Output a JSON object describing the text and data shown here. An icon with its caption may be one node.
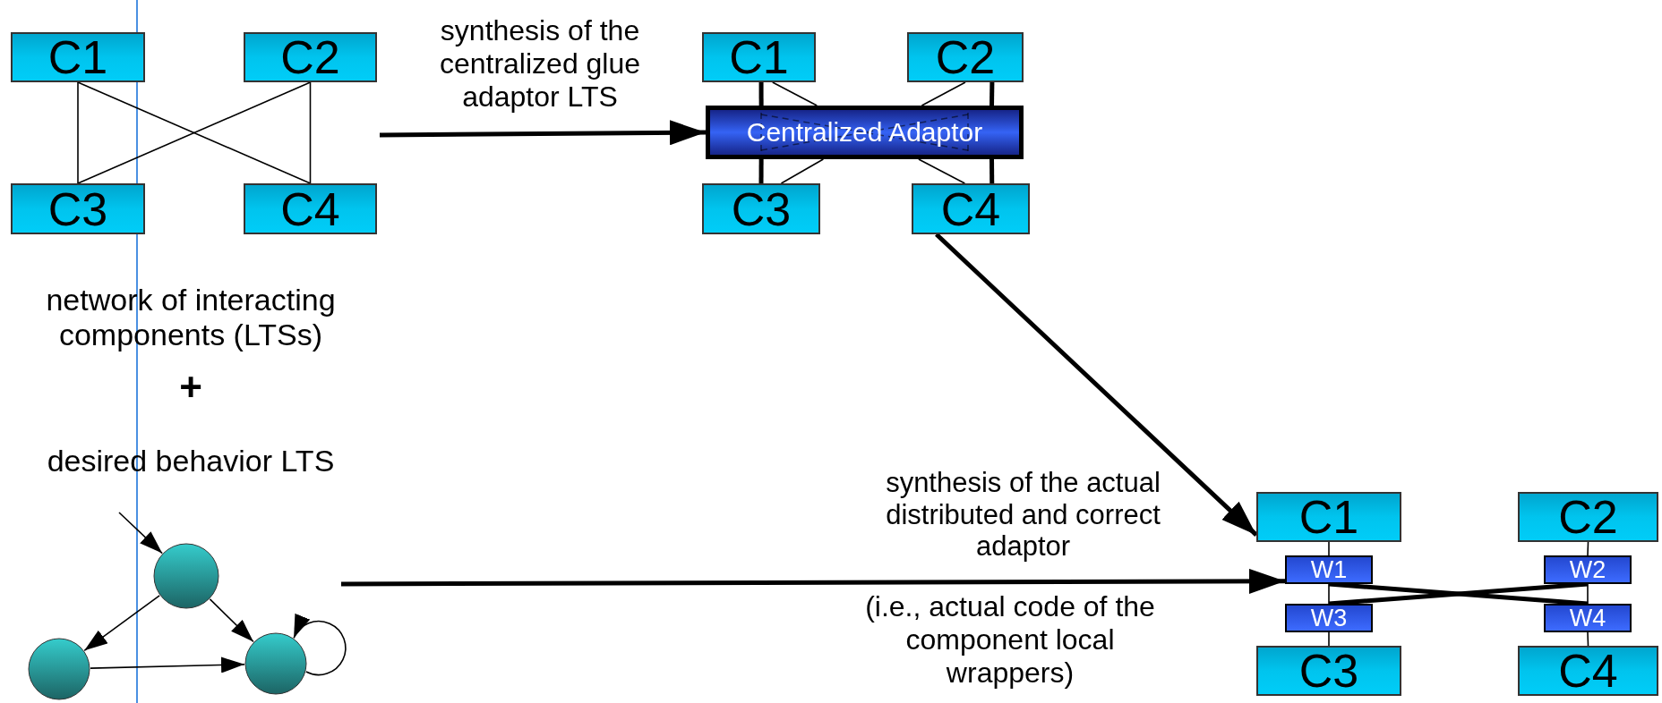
{
  "diagram": {
    "nodes": [
      {
        "text": [
          "C1"
        ]
      },
      {
        "text": [
          "C2"
        ]
      },
      {
        "text": [
          "C3"
        ]
      },
      {
        "text": [
          "C4"
        ]
      },
      {
        "text": [
          "C1"
        ]
      },
      {
        "text": [
          "C2"
        ]
      },
      {
        "text": [
          "Centralized Adaptor"
        ]
      },
      {
        "text": [
          "C3"
        ]
      },
      {
        "text": [
          "C4"
        ]
      },
      {
        "text": [
          "C1"
        ]
      },
      {
        "text": [
          "C2"
        ]
      },
      {
        "text": [
          "W1"
        ]
      },
      {
        "text": [
          "W2"
        ]
      },
      {
        "text": [
          "W3"
        ]
      },
      {
        "text": [
          "W4"
        ]
      },
      {
        "text": [
          "C3"
        ]
      },
      {
        "text": [
          "C4"
        ]
      },
      {
        "text": [],
        "shape": "circle"
      },
      {
        "text": [],
        "shape": "circle"
      },
      {
        "text": [],
        "shape": "circle"
      }
    ],
    "edges": [
      {
        "from": 0,
        "to": 2,
        "arrow": "none"
      },
      {
        "from": 0,
        "to": 3,
        "arrow": "none"
      },
      {
        "from": 1,
        "to": 2,
        "arrow": "none"
      },
      {
        "from": 1,
        "to": 3,
        "arrow": "none"
      },
      {
        "from": 4,
        "to": 6,
        "arrow": "none",
        "style": "thick"
      },
      {
        "from": 5,
        "to": 6,
        "arrow": "none",
        "style": "thick"
      },
      {
        "from": 7,
        "to": 6,
        "arrow": "none",
        "style": "thick"
      },
      {
        "from": 8,
        "to": 6,
        "arrow": "none",
        "style": "thick"
      },
      {
        "from": 4,
        "to": 6,
        "arrow": "none"
      },
      {
        "from": 5,
        "to": 6,
        "arrow": "none"
      },
      {
        "from": null,
        "to": 6,
        "arrow": "to",
        "style": "thick",
        "label": "synthesis of the centralized glue adaptor LTS"
      },
      {
        "from": 8,
        "to": 9,
        "arrow": "to",
        "style": "thick"
      },
      {
        "from": null,
        "to": 11,
        "arrow": "to",
        "style": "thick",
        "label": "synthesis of the actual distributed and correct adaptor"
      },
      {
        "from": 9,
        "to": 11,
        "arrow": "none"
      },
      {
        "from": 11,
        "to": 13,
        "arrow": "none"
      },
      {
        "from": 13,
        "to": 15,
        "arrow": "none"
      },
      {
        "from": 10,
        "to": 12,
        "arrow": "none"
      },
      {
        "from": 12,
        "to": 14,
        "arrow": "none"
      },
      {
        "from": 14,
        "to": 16,
        "arrow": "none"
      },
      {
        "from": 11,
        "to": 14,
        "arrow": "none",
        "style": "thick"
      },
      {
        "from": 13,
        "to": 12,
        "arrow": "none",
        "style": "thick"
      },
      {
        "from": null,
        "to": 17,
        "arrow": "to"
      },
      {
        "from": 17,
        "to": 18,
        "arrow": "to"
      },
      {
        "from": 17,
        "to": 19,
        "arrow": "to"
      },
      {
        "from": 18,
        "to": 19,
        "arrow": "to"
      },
      {
        "from": 19,
        "to": 19,
        "arrow": "to"
      },
      {
        "from": 6,
        "to": 8,
        "arrow": "none"
      },
      {
        "from": 6,
        "to": 7,
        "arrow": "none"
      }
    ],
    "labels": [
      "network of interacting components (LTSs)",
      "+",
      "desired behavior LTS",
      "(i.e., actual code of the component local wrappers)"
    ]
  }
}
